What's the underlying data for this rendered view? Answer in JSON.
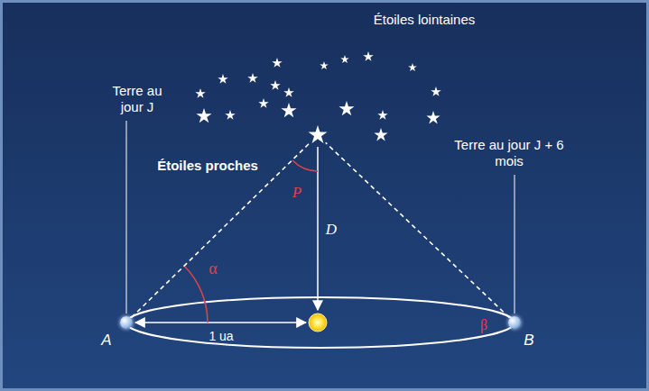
{
  "diagram": {
    "nodes": [
      {
        "text": [
          "Terre au jour J",
          "A"
        ]
      },
      {
        "text": [
          "Étoiles proches"
        ]
      },
      {
        "text": [
          "Terre au jour J + 6 mois",
          "B"
        ]
      }
    ],
    "edges": [
      {
        "from": 0,
        "to": 1,
        "arrow": "none"
      },
      {
        "from": 2,
        "to": 1,
        "arrow": "none"
      }
    ],
    "labels": [
      "Étoiles lointaines",
      "P",
      "D",
      "α",
      "β",
      "1 ua"
    ]
  }
}
